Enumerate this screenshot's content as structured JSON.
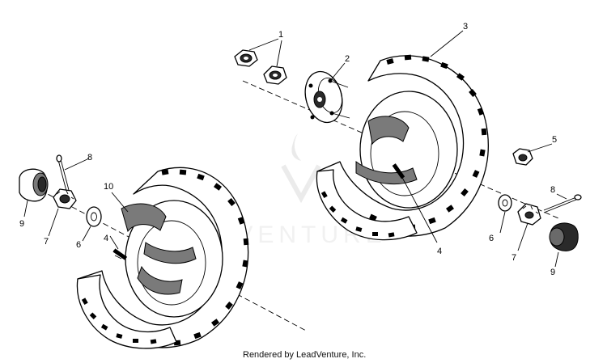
{
  "watermark": {
    "text": "LEADVENTURE"
  },
  "footer": {
    "credit": "Rendered by LeadVenture, Inc."
  },
  "callouts": {
    "c1": "1",
    "c2": "2",
    "c3": "3",
    "c4_right": "4",
    "c4_left": "4",
    "c5": "5",
    "c6_left": "6",
    "c6_right": "6",
    "c7_left": "7",
    "c7_right": "7",
    "c8_left": "8",
    "c8_right": "8",
    "c9_left": "9",
    "c9_right": "9",
    "c10": "10"
  }
}
